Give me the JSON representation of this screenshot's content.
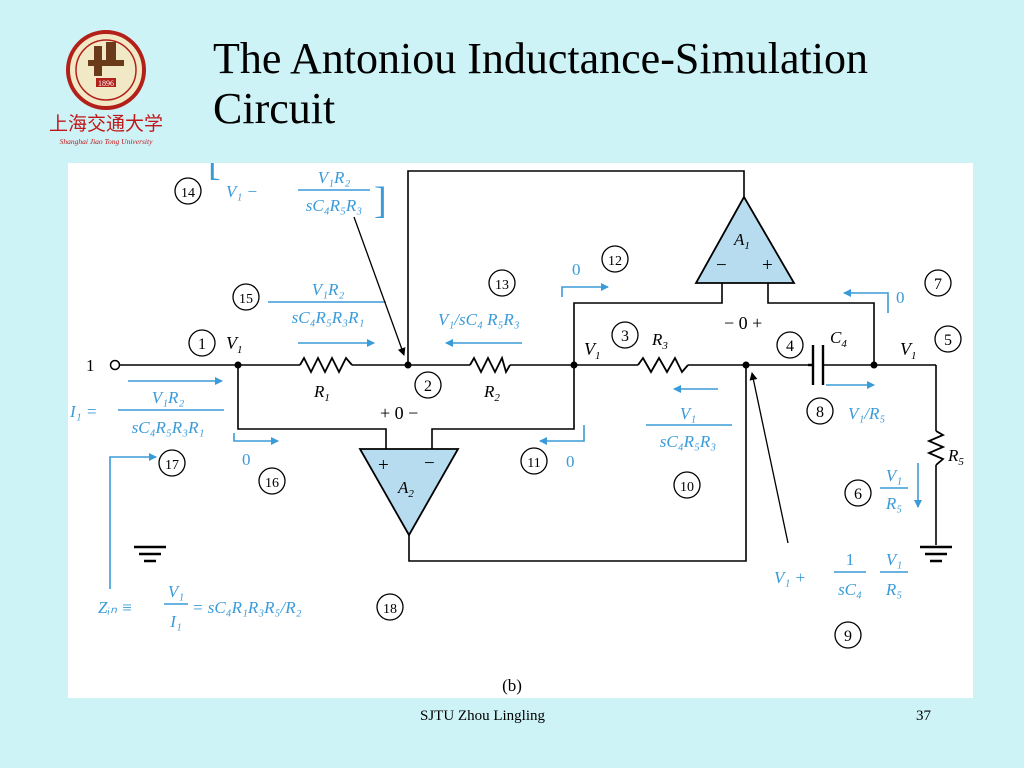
{
  "slide": {
    "title_line1": "The Antoniou Inductance-Simulation",
    "title_line2": "Circuit",
    "footer_left": "SJTU    Zhou Lingling",
    "footer_page": "37",
    "logo_year": "1896",
    "logo_cn": "上海交通大学",
    "logo_en": "Shanghai Jiao Tong University"
  },
  "diagram": {
    "caption": "(b)",
    "terminal": "1",
    "nodes": {
      "n1": "V",
      "n1_sub": "1",
      "n3": "V",
      "n3_sub": "1",
      "n5": "V",
      "n5_sub": "1"
    },
    "components": {
      "R1": "R",
      "R1_sub": "1",
      "R2": "R",
      "R2_sub": "2",
      "R3": "R",
      "R3_sub": "3",
      "R5": "R",
      "R5_sub": "5",
      "C4": "C",
      "C4_sub": "4",
      "A1": "A",
      "A1_sub": "1",
      "A2": "A",
      "A2_sub": "2"
    },
    "opamp_signs": {
      "minus": "−",
      "plus": "+"
    },
    "zero_label": "0",
    "labels": {
      "l7": "0",
      "l11": "0",
      "l12": "0",
      "l16": "0",
      "A1_diff": "− 0 +",
      "A2_diff": "+ 0 −",
      "l8": "V₁/R₅",
      "l13": "V₁/sC₄ R₅R₃",
      "l15_num": "V₁R₂",
      "l15_den": "sC₄R₅R₃R₁",
      "l14_left": "V₁ −",
      "l14_num": "V₁R₂",
      "l14_den": "sC₄R₅R₃",
      "l17_left": "I₁ =",
      "l17_num": "V₁R₂",
      "l17_den": "sC₄R₅R₃R₁",
      "l10_num": "V₁",
      "l10_den": "sC₄R₅R₃",
      "l6_num": "V₁",
      "l6_den": "R₅",
      "l9_left": "V₁ +",
      "l9_f1_num": "1",
      "l9_f1_den": "sC₄",
      "l9_f2_num": "V₁",
      "l9_f2_den": "R₅",
      "l18_left": "Zᵢₙ ≡",
      "l18_num": "V₁",
      "l18_den": "I₁",
      "l18_right": "= sC₄R₁R₃R₅/R₂"
    },
    "circle_numbers": [
      "1",
      "2",
      "3",
      "4",
      "5",
      "6",
      "7",
      "8",
      "9",
      "10",
      "11",
      "12",
      "13",
      "14",
      "15",
      "16",
      "17",
      "18"
    ],
    "colors": {
      "annotation": "#3a9bd8",
      "opamp_fill": "#b8dcef",
      "wire": "#000000"
    }
  }
}
